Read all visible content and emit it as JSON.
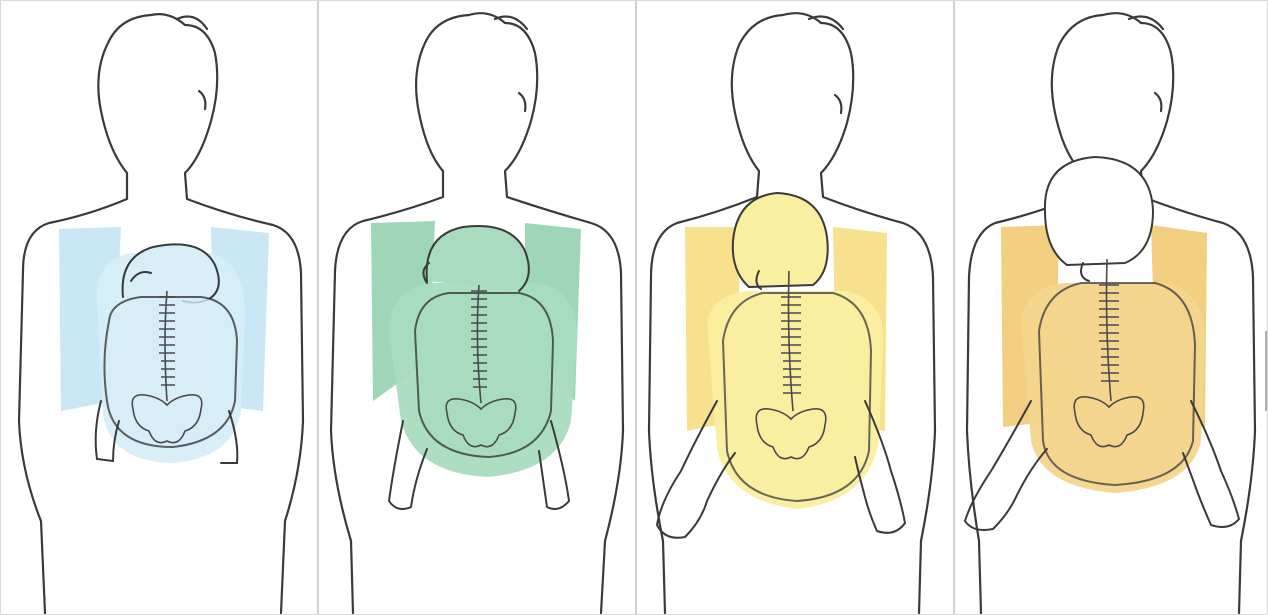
{
  "figure": {
    "panels": [
      {
        "id": "stage-1",
        "carrier_color": "#bfe3f2",
        "carrier_edge": "#9fd0e8",
        "baby_fill": "#d7eef8",
        "baby_posture": "newborn-curled"
      },
      {
        "id": "stage-2",
        "carrier_color": "#8fcfac",
        "carrier_edge": "#5fb88d",
        "baby_fill": "#a9dcbf",
        "baby_posture": "infant-legs-tucked"
      },
      {
        "id": "stage-3",
        "carrier_color": "#f7dc7a",
        "carrier_edge": "#f2c75a",
        "baby_fill": "#faeea0",
        "baby_posture": "baby-legs-spread"
      },
      {
        "id": "stage-4",
        "carrier_color": "#efc66a",
        "carrier_edge": "#e5ad45",
        "baby_fill": "#f3d58c",
        "baby_posture": "toddler-legs-spread"
      }
    ],
    "line_color": "#3a3a3a",
    "spine_color": "#4a4a4a"
  }
}
